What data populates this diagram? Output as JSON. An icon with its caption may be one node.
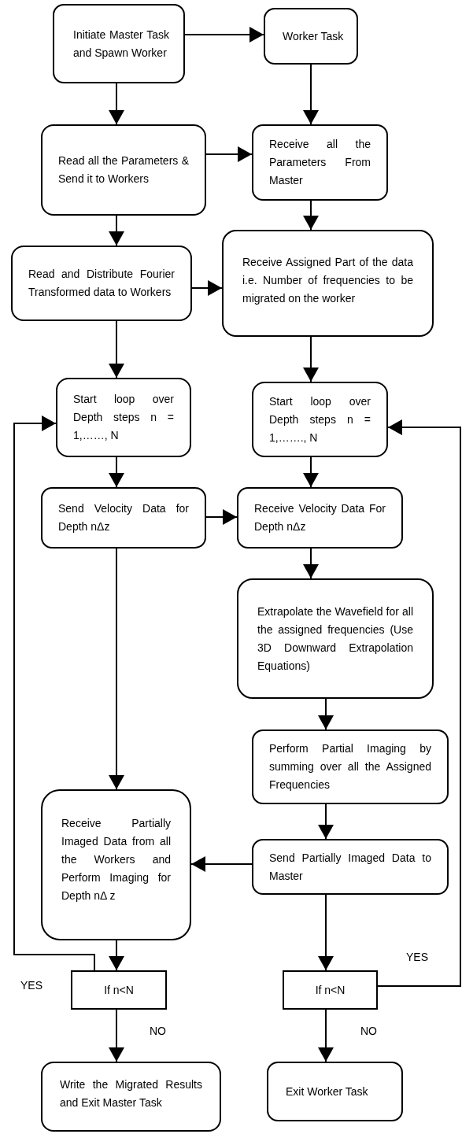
{
  "diagram": {
    "nodes": [
      {
        "text": [
          "Initiate Master Task and Spawn Worker"
        ]
      },
      {
        "text": [
          "Worker Task"
        ]
      },
      {
        "text": [
          "Read all the Parameters & Send it to Workers"
        ]
      },
      {
        "text": [
          "Receive all the Parameters From Master"
        ]
      },
      {
        "text": [
          "Read and Distribute Fourier Transformed data to Workers"
        ]
      },
      {
        "text": [
          "Receive Assigned Part of the data i.e. Number of frequencies to be migrated on the worker"
        ]
      },
      {
        "text": [
          "Start loop over Depth steps n = 1,……, N"
        ]
      },
      {
        "text": [
          "Start loop over Depth steps n = 1,……., N"
        ]
      },
      {
        "text": [
          "Send Velocity Data for Depth nΔz"
        ]
      },
      {
        "text": [
          "Receive Velocity Data For Depth nΔz"
        ]
      },
      {
        "text": [
          "Extrapolate the Wavefield for all the assigned frequencies (Use 3D Downward Extrapolation Equations)"
        ]
      },
      {
        "text": [
          "Perform Partial Imaging by summing over all the Assigned Frequencies"
        ]
      },
      {
        "text": [
          "Receive Partially Imaged Data from all the Workers and Perform Imaging for Depth nΔ z"
        ]
      },
      {
        "text": [
          "Send Partially Imaged Data to Master"
        ]
      },
      {
        "text": [
          "If n<N"
        ]
      },
      {
        "text": [
          "If n<N"
        ]
      },
      {
        "text": [
          "Write the Migrated Results and Exit Master Task"
        ]
      },
      {
        "text": [
          "Exit Worker Task"
        ]
      }
    ],
    "edges": [
      {
        "from": 0,
        "to": 1,
        "arrow": "to"
      },
      {
        "from": 0,
        "to": 2,
        "arrow": "to"
      },
      {
        "from": 1,
        "to": 3,
        "arrow": "to"
      },
      {
        "from": 2,
        "to": 3,
        "arrow": "to"
      },
      {
        "from": 2,
        "to": 4,
        "arrow": "to"
      },
      {
        "from": 3,
        "to": 5,
        "arrow": "to"
      },
      {
        "from": 4,
        "to": 5,
        "arrow": "to"
      },
      {
        "from": 4,
        "to": 6,
        "arrow": "to"
      },
      {
        "from": 5,
        "to": 7,
        "arrow": "to"
      },
      {
        "from": 6,
        "to": 8,
        "arrow": "to"
      },
      {
        "from": 7,
        "to": 9,
        "arrow": "to"
      },
      {
        "from": 8,
        "to": 9,
        "arrow": "to"
      },
      {
        "from": 9,
        "to": 10,
        "arrow": "to"
      },
      {
        "from": 10,
        "to": 11,
        "arrow": "to"
      },
      {
        "from": 11,
        "to": 13,
        "arrow": "to"
      },
      {
        "from": 8,
        "to": 12,
        "arrow": "to"
      },
      {
        "from": 13,
        "to": 12,
        "arrow": "to"
      },
      {
        "from": 12,
        "to": 14,
        "arrow": "to"
      },
      {
        "from": 14,
        "to": 6,
        "arrow": "to",
        "label": "YES"
      },
      {
        "from": 13,
        "to": 15,
        "arrow": "to"
      },
      {
        "from": 15,
        "to": 7,
        "arrow": "to",
        "label": "YES"
      },
      {
        "from": 14,
        "to": 16,
        "arrow": "to",
        "label": "NO"
      },
      {
        "from": 15,
        "to": 17,
        "arrow": "to",
        "label": "NO"
      }
    ]
  }
}
